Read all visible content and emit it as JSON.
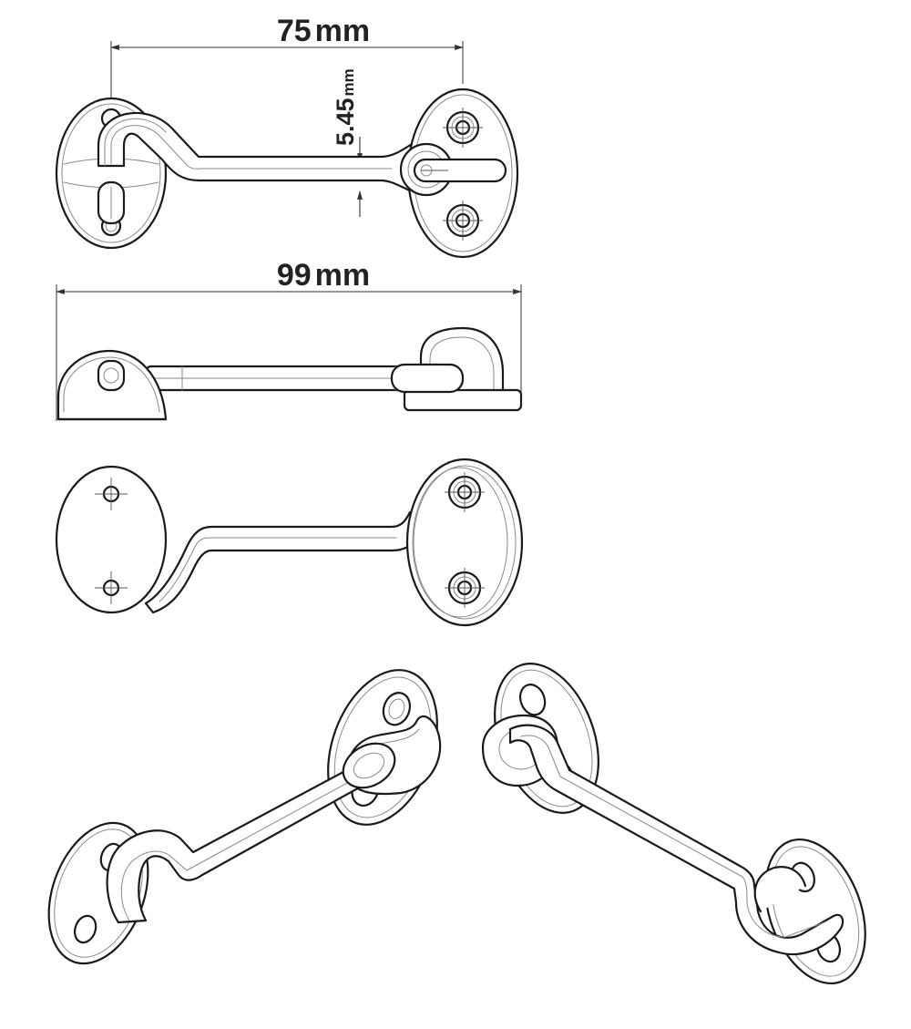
{
  "dimensions": {
    "top_length": {
      "value": "75",
      "unit": "mm"
    },
    "rod_diameter": {
      "value": "5.45",
      "unit": "mm"
    },
    "overall_length": {
      "value": "99",
      "unit": "mm"
    }
  },
  "views": [
    "top-view",
    "side-view",
    "front-view",
    "perspective-left",
    "perspective-right"
  ],
  "colors": {
    "line": "#1a1a1a",
    "detail": "#8a8a8a",
    "background": "#ffffff"
  }
}
